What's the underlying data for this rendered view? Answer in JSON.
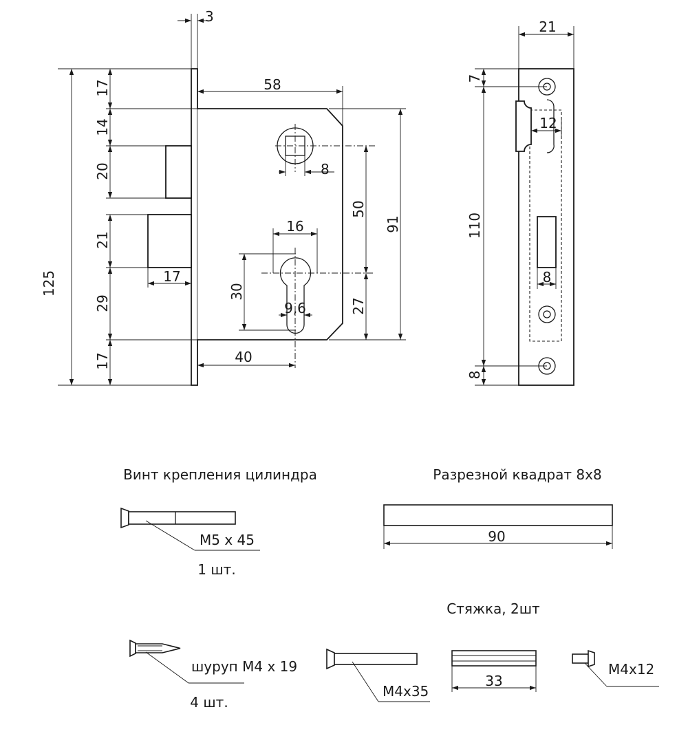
{
  "front_view": {
    "dims": {
      "plate_thickness": "3",
      "total_height": "125",
      "top_offset": "17",
      "latch_top": "14",
      "latch_height": "20",
      "deadbolt_height": "21",
      "below_bolt": "29",
      "bottom_offset": "17",
      "case_depth": "58",
      "bolt_throw": "17",
      "backset": "40",
      "case_height": "91",
      "spindle_to_cylinder": "50",
      "cylinder_to_bottom": "27",
      "spindle_square": "8",
      "cylinder_width": "16",
      "cylinder_height": "30",
      "cylinder_slot": "9,6"
    }
  },
  "side_view": {
    "dims": {
      "faceplate_width": "21",
      "screw_top": "7",
      "screw_spacing": "110",
      "latch_opening": "12",
      "bolt_opening": "8",
      "screw_bottom": "8"
    }
  },
  "accessories": {
    "cylinder_screw": {
      "title": "Винт крепления цилиндра",
      "size": "M5 x 45",
      "qty": "1 шт."
    },
    "split_square": {
      "title": "Разрезной квадрат 8x8",
      "length": "90"
    },
    "tie": {
      "title": "Стяжка, 2шт",
      "bolt": "M4x35",
      "sleeve_length": "33",
      "short_screw": "M4x12"
    },
    "wood_screw": {
      "size": "шуруп M4 x 19",
      "qty": "4 шт."
    }
  }
}
